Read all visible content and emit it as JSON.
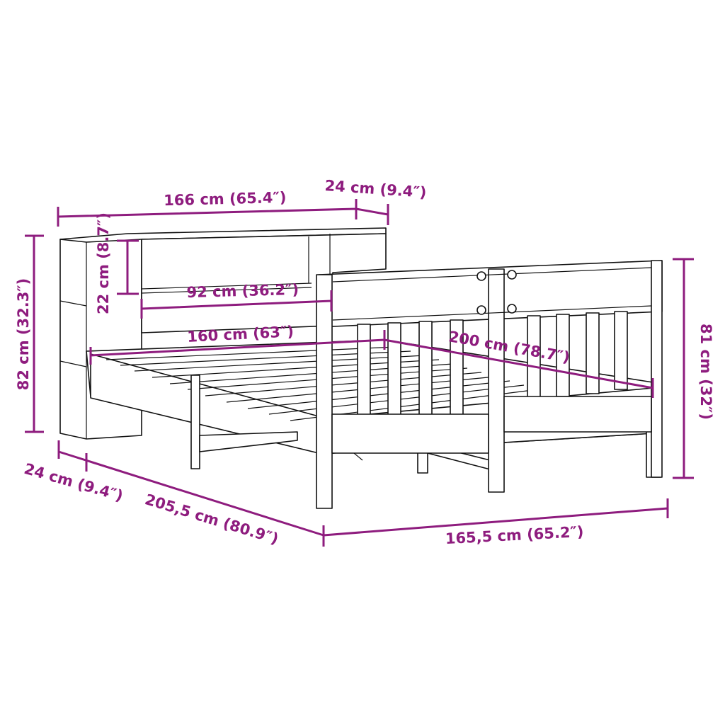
{
  "colors": {
    "dimension": "#8e1c7e",
    "outline": "#111111",
    "background": "#ffffff"
  },
  "dimensions": {
    "headboard_width": "166 cm (65.4″)",
    "shelf_depth_top": "24 cm (9.4″)",
    "shelf_height": "22 cm (8.7″)",
    "shelf_width": "92 cm (36.2″)",
    "mattress_width": "160 cm (63″)",
    "mattress_length": "200 cm (78.7″)",
    "headboard_height": "82 cm (32.3″)",
    "footboard_height": "81 cm (32″)",
    "shelf_depth_bottom": "24 cm (9.4″)",
    "total_length": "205,5 cm (80.9″)",
    "total_width": "165,5 cm (65.2″)"
  }
}
